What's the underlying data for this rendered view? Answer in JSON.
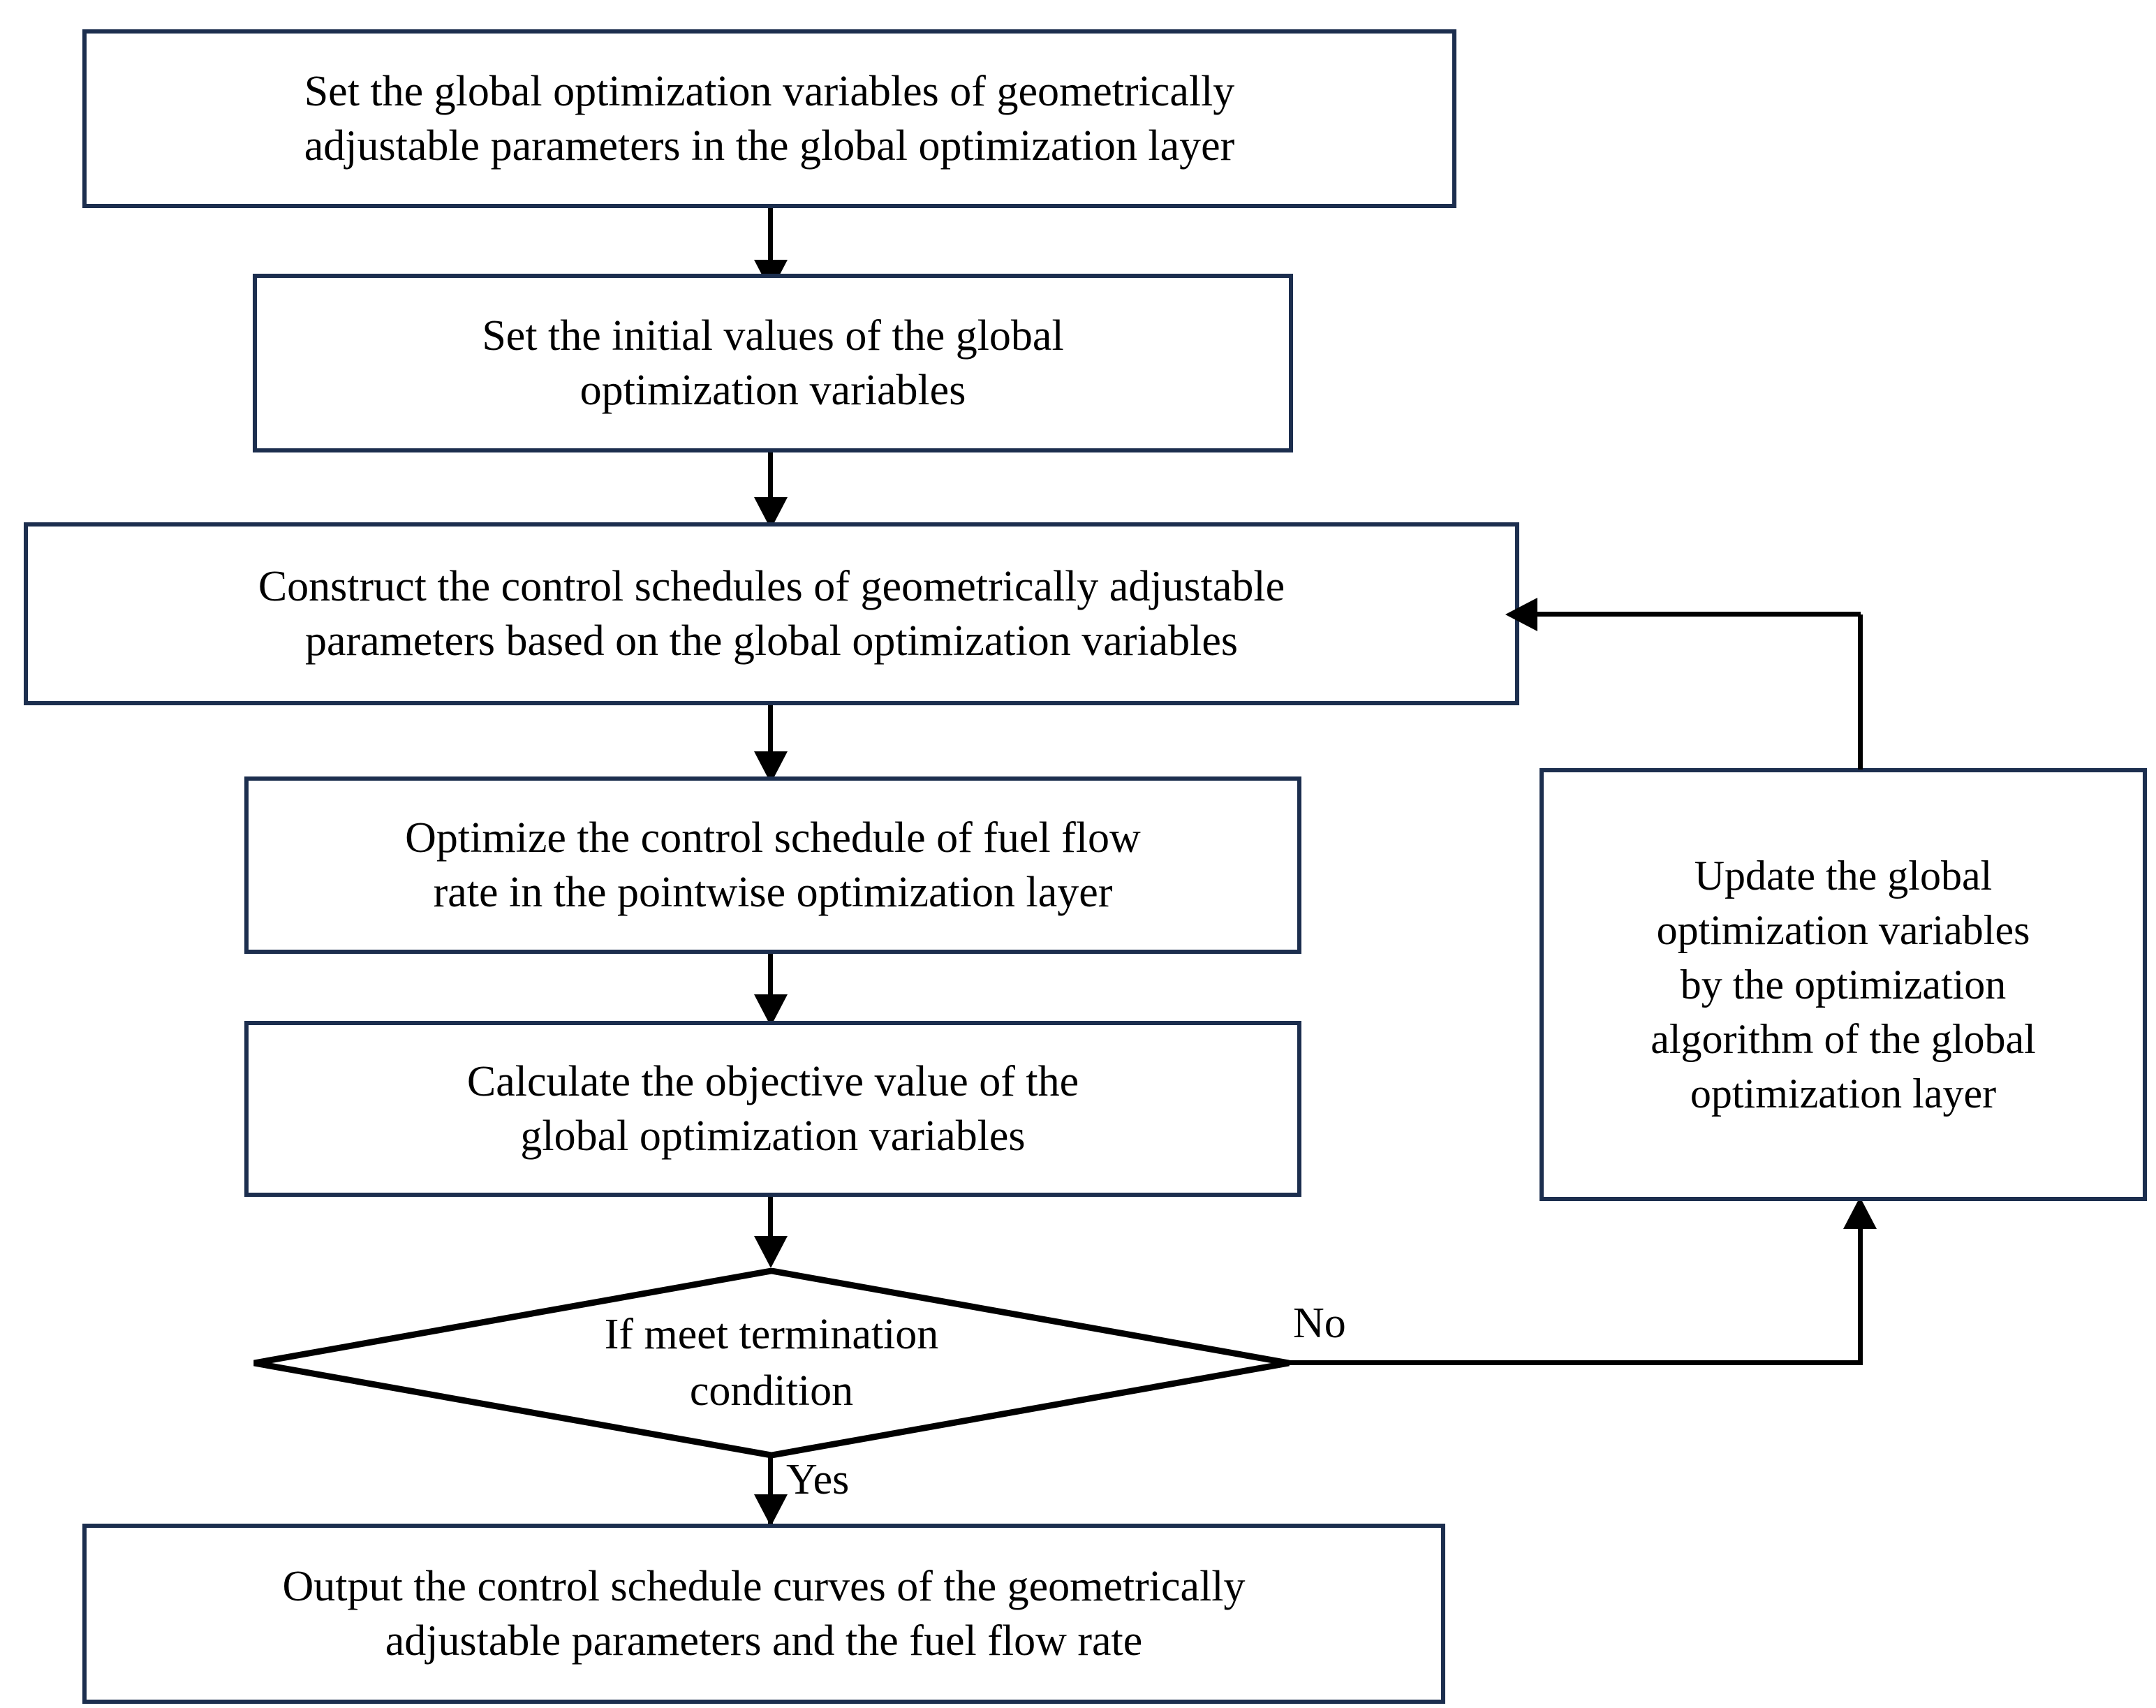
{
  "diagram": {
    "title": "Bi-level optimization procedure flowchart",
    "type": "flowchart",
    "colors": {
      "box_border": "#1c2e4e",
      "connector": "#000000",
      "background": "#ffffff",
      "text": "#000000"
    },
    "nodes": [
      {
        "id": "set-global-vars",
        "shape": "process",
        "text": "Set the global optimization variables of geometrically\nadjustable parameters in the global optimization layer"
      },
      {
        "id": "set-initial-values",
        "shape": "process",
        "text": "Set the initial values of the global\noptimization variables"
      },
      {
        "id": "construct-schedules",
        "shape": "process",
        "text": "Construct the control schedules of geometrically adjustable\nparameters based on the global optimization variables"
      },
      {
        "id": "optimize-fuel-flow",
        "shape": "process",
        "text": "Optimize the control schedule of fuel flow\nrate in the pointwise optimization layer"
      },
      {
        "id": "calculate-objective",
        "shape": "process",
        "text": "Calculate the objective value of the\nglobal optimization variables"
      },
      {
        "id": "termination-condition",
        "shape": "decision",
        "text": "If meet termination\ncondition"
      },
      {
        "id": "output-curves",
        "shape": "process",
        "text": "Output the control schedule curves of the geometrically\nadjustable parameters and the fuel flow rate"
      },
      {
        "id": "update-global-vars",
        "shape": "process",
        "text": "Update the global\noptimization variables\nby the optimization\nalgorithm of the global\noptimization layer"
      }
    ],
    "edge_labels": {
      "no": "No",
      "yes": "Yes"
    }
  }
}
